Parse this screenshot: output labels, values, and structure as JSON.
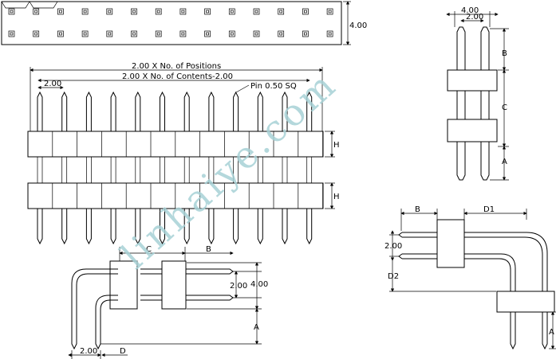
{
  "watermark": "linhaiye.com",
  "labels": {
    "positions": "2.00 X No. of Positions",
    "contents": "2.00 X No. of Contents-2.00",
    "pitch_top": "2.00",
    "pin": "Pin 0.50 SQ",
    "h1": "H",
    "h2": "H",
    "row_spacing": "4.00",
    "side_width": "4.00",
    "side_pitch": "2.00",
    "side_b": "B",
    "side_c": "C",
    "side_a": "A",
    "ra_b": "B",
    "ra_d1": "D1",
    "ra_pitch": "2.00",
    "ra_d2": "D2",
    "ra_a": "A",
    "bl_c": "C",
    "bl_b": "B",
    "bl_pitch": "2.00",
    "bl_height": "4.00",
    "bl_a": "A",
    "bl_d": "D",
    "bl_pitch_bottom": "2.00"
  },
  "colors": {
    "ink": "#000000",
    "watermark": "#a8d2d6"
  }
}
